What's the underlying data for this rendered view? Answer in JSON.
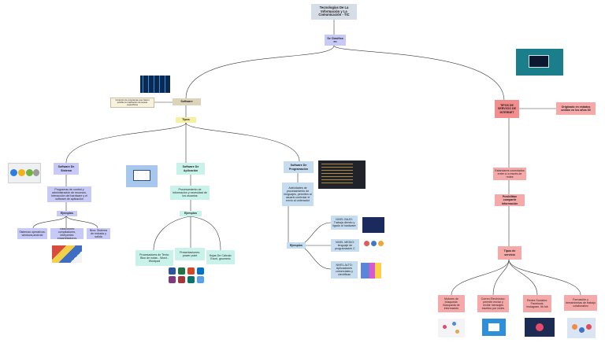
{
  "diagram": {
    "title": "Tecnologías De La Información y La Comunicación - TIC",
    "root_link": "Se Clasifica en",
    "software": {
      "label": "Software",
      "caption": "Conjunto de programas que hacen posible la realización de tareas específicas",
      "tipos": "Tipos"
    },
    "sistema": {
      "label": "Software De Sistema",
      "desc": "Programas de control y administración de recursos. Interacción del hardware y el software de aplicación",
      "ejemplos": "Ejemplos",
      "ex1": "Sistemas operativos: windows,android",
      "ex2": "Traductores: compiladores, intérpretes ensambladores",
      "ex3": "Bios: Sistema de entrada y salida"
    },
    "aplicacion": {
      "label": "Software De Aplicación",
      "desc": "Procesamiento de información y necesidad de los usuarios",
      "ejemplos": "Ejemplos",
      "ex1": "Procesadores de Texto: Bloc de notas - Word - Wordpad",
      "ex2": "Presentaciones: power point",
      "ex3": "Hojas De Cálculo: Excel, gnumeric"
    },
    "programacion": {
      "label": "Software De Programación",
      "desc": "Actividades de procesamiento de lenguajes, permiten al usuario controlar el envío al ordenador",
      "ejemplos": "Ejemplos",
      "ex1": "NIVEL BAJO: Trabaja directo y ligado al hardware",
      "ex2": "NIVEL MEDIO: lenguaje de programación C",
      "ex3": "NIVEL ALTO: Aplicaciones comerciales y científicas"
    },
    "internet": {
      "label": "TIPOS DE SERVICIO DE INTERNET",
      "origin": "Originado en estados unidos en los años 60",
      "desc": "Estándares conectados entre sí a través de redes",
      "intercambiar": "Posibilitan compartir información",
      "tipos": "Tipos de servicio",
      "ex1": "Motores de búsqueda: Búsqueda de información",
      "ex2": "Correo Electrónico: permite enviar y recibir mensajes escritos por redes",
      "ex3": "Redes Sociales: Facebook, Instagram, tik tok",
      "ex4": "Formación y herramientas de trabajo colaborativo"
    }
  },
  "colors": {
    "title": "#d7dde6",
    "lavender": "#c7c9f7",
    "beige": "#ddd3bb",
    "yellow": "#f6f0a3",
    "mint": "#c9f3ea",
    "blue": "#c6dcef",
    "pink": "#f6a9a9",
    "connector": "#3a3a3a"
  },
  "icons": [
    "server-rack-image",
    "laptop-network-image",
    "app-logos-image",
    "monitor-illustration-image",
    "code-editor-image",
    "books-flags-image",
    "office-apps-image",
    "network-image",
    "mobile-screen-image",
    "search-network-image",
    "email-image",
    "social-network-image",
    "teamwork-image"
  ]
}
